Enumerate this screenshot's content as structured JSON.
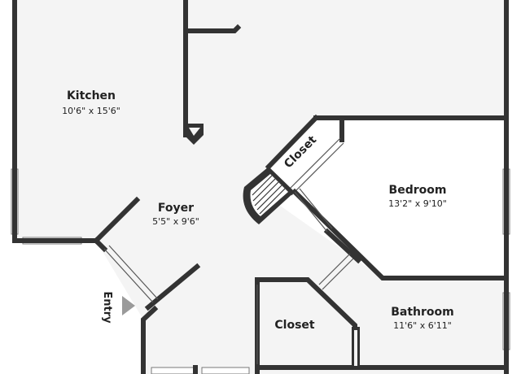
{
  "colors": {
    "wall": "#333333",
    "floor": "#f4f4f4",
    "window": "#ffffff",
    "marker": "#9a9a9a"
  },
  "rooms": {
    "kitchen": {
      "name": "Kitchen",
      "dims": "10'6\" x 15'6\""
    },
    "foyer": {
      "name": "Foyer",
      "dims": "5'5\" x 9'6\""
    },
    "bedroom": {
      "name": "Bedroom",
      "dims": "13'2\" x 9'10\""
    },
    "bathroom": {
      "name": "Bathroom",
      "dims": "11'6\" x 6'11\""
    },
    "closet_upper": {
      "name": "Closet"
    },
    "closet_lower": {
      "name": "Closet"
    }
  },
  "entry": {
    "label": "Entry",
    "marker_icon": "triangle-arrow-icon"
  }
}
